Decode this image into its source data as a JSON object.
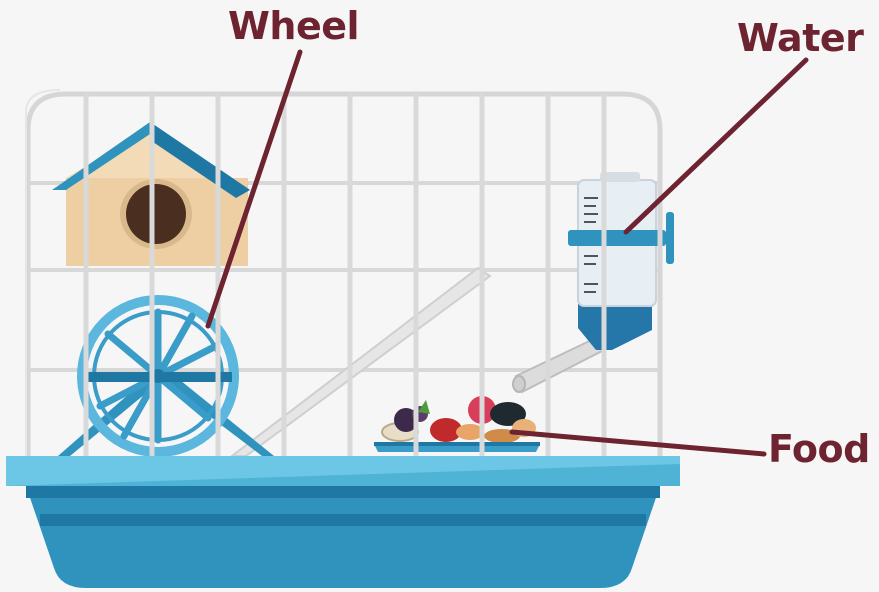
{
  "labels": {
    "wheel": "Wheel",
    "water": "Water",
    "food": "Food"
  },
  "colors": {
    "label_text": "#6e2430",
    "leader_line": "#6e2430",
    "cage_base": "#2f93bd",
    "cage_base_rim": "#4fb3d6",
    "wheel": "#3a9cc8",
    "cage_bars": "#d9d9d9",
    "house_wall": "#eecfa4",
    "house_roof": "#2f93bd",
    "bottle_cap": "#2f93bd",
    "background": "#f6f6f6"
  }
}
